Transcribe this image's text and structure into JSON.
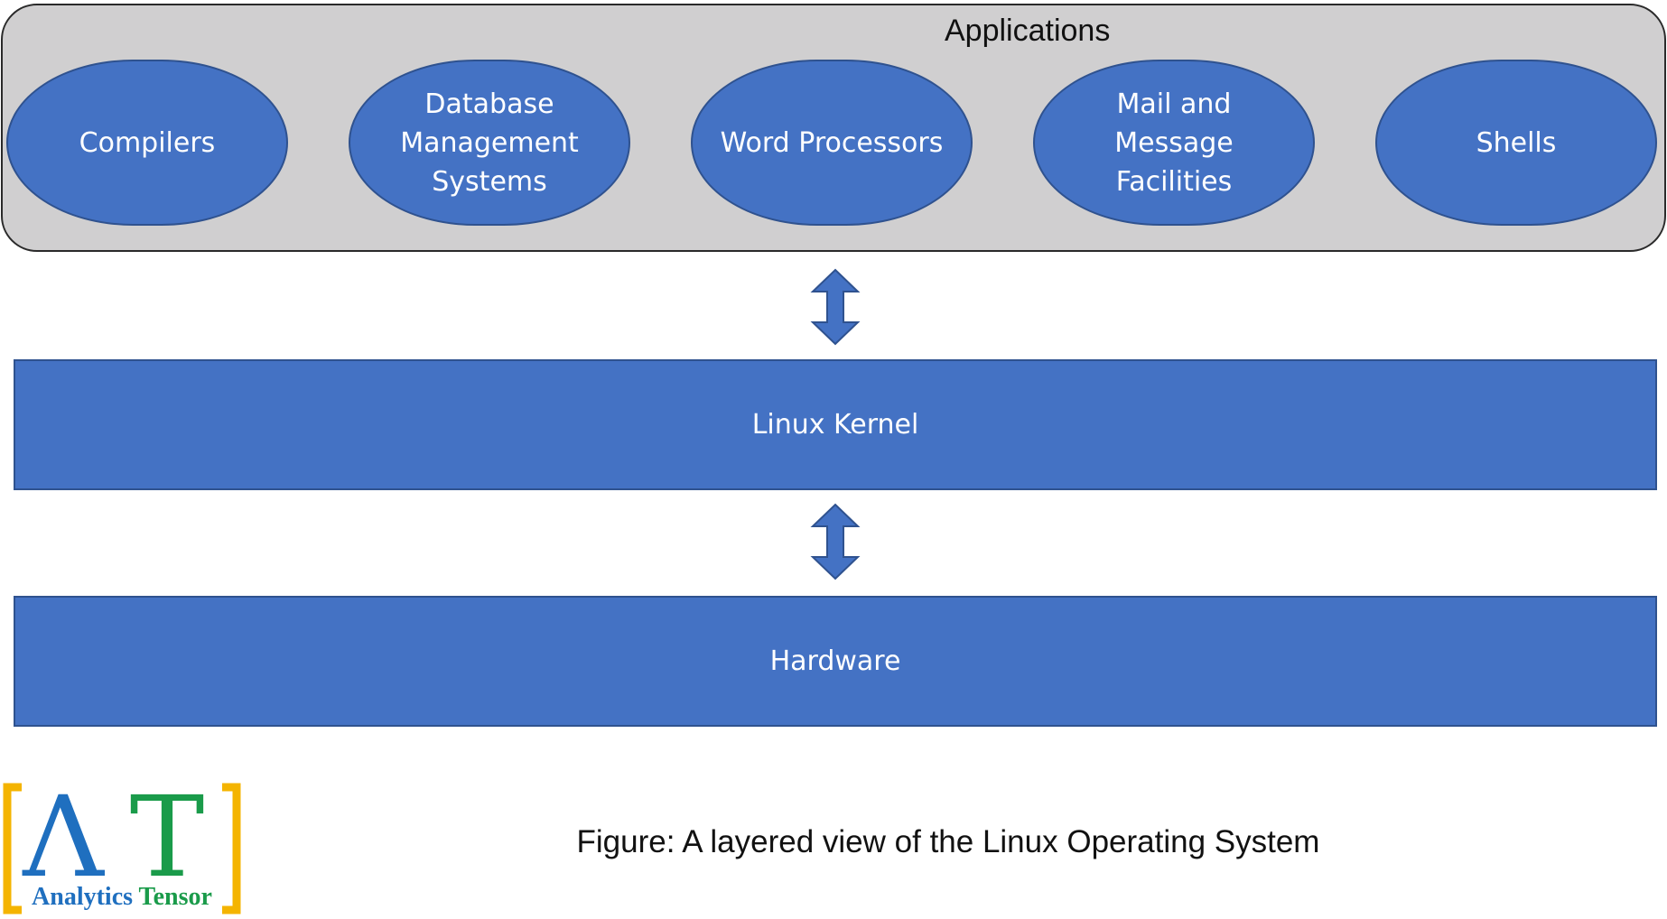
{
  "applications": {
    "title": "Applications",
    "items": [
      {
        "label": "Compilers"
      },
      {
        "label": "Database\nManagement\nSystems"
      },
      {
        "label": "Word Processors"
      },
      {
        "label": "Mail and\nMessage\nFacilities"
      },
      {
        "label": "Shells"
      }
    ]
  },
  "layers": {
    "kernel": "Linux Kernel",
    "hardware": "Hardware"
  },
  "caption": "Figure: A layered view of the Linux Operating System",
  "logo": {
    "letters": "AT",
    "name_part1": "Analytics",
    "name_part2": "Tensor"
  },
  "colors": {
    "box_fill": "#4472c4",
    "box_border": "#2f528f",
    "container_fill": "#d0cfd0",
    "logo_bracket": "#f4b400",
    "logo_blue": "#1f6fbf",
    "logo_green": "#1a9b4a"
  }
}
